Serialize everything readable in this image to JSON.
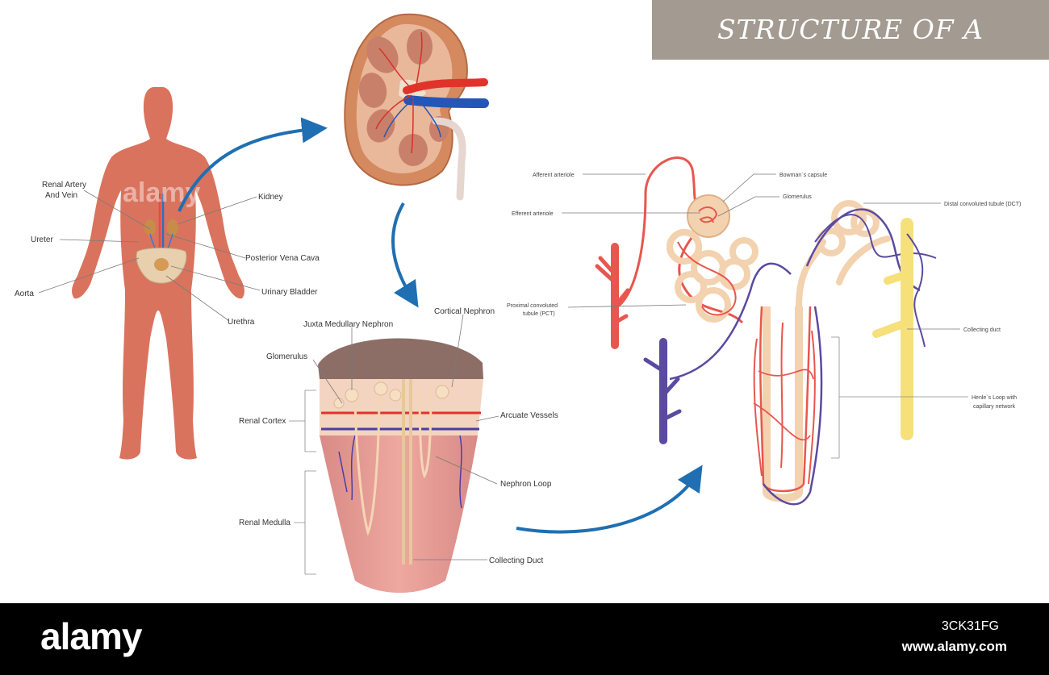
{
  "title": "STRUCTURE OF A NEPHRON",
  "watermark": {
    "brand": "alamy"
  },
  "footer": {
    "brand": "alamy",
    "image_code": "3CK31FG",
    "url": "www.alamy.com"
  },
  "body_labels": {
    "renal_artery_line1": "Renal Artery",
    "renal_artery_line2": "And Vein",
    "kidney": "Kidney",
    "ureter": "Ureter",
    "posterior_vena_cava": "Posterior Vena Cava",
    "aorta": "Aorta",
    "urinary_bladder": "Urinary Bladder",
    "urethra": "Urethra"
  },
  "section_labels": {
    "juxta_medullary_nephron": "Juxta Medullary Nephron",
    "cortical_nephron": "Cortical Nephron",
    "glomerulus": "Glomerulus",
    "renal_cortex": "Renal Cortex",
    "arcuate_vessels": "Arcuate Vessels",
    "nephron_loop": "Nephron Loop",
    "renal_medulla": "Renal Medulla",
    "collecting_duct": "Collecting Duct"
  },
  "nephron_labels": {
    "afferent_arteriole": "Afferent arteriole",
    "bowmans_capsule": "Bowman`s capsule",
    "glomerulus": "Glomerulus",
    "distal_convoluted_tubule": "Distal convoluted tubule (DCT)",
    "efferent_arteriole": "Efferent arteriole",
    "proximal_line1": "Proximal convoluted",
    "proximal_line2": "tubule (PCT)",
    "collecting_duct": "Collecting duct",
    "henles_loop_line1": "Henle`s Loop with",
    "henles_loop_line2": "capillary network"
  },
  "colors": {
    "title_band": "#a39b92",
    "skin": "#d9735e",
    "arrow_blue": "#1f6fb2",
    "artery_red": "#e8564d",
    "vein_purple": "#5b4aa0",
    "tubule": "#f3d2b0",
    "duct_yellow": "#f6e07a"
  }
}
